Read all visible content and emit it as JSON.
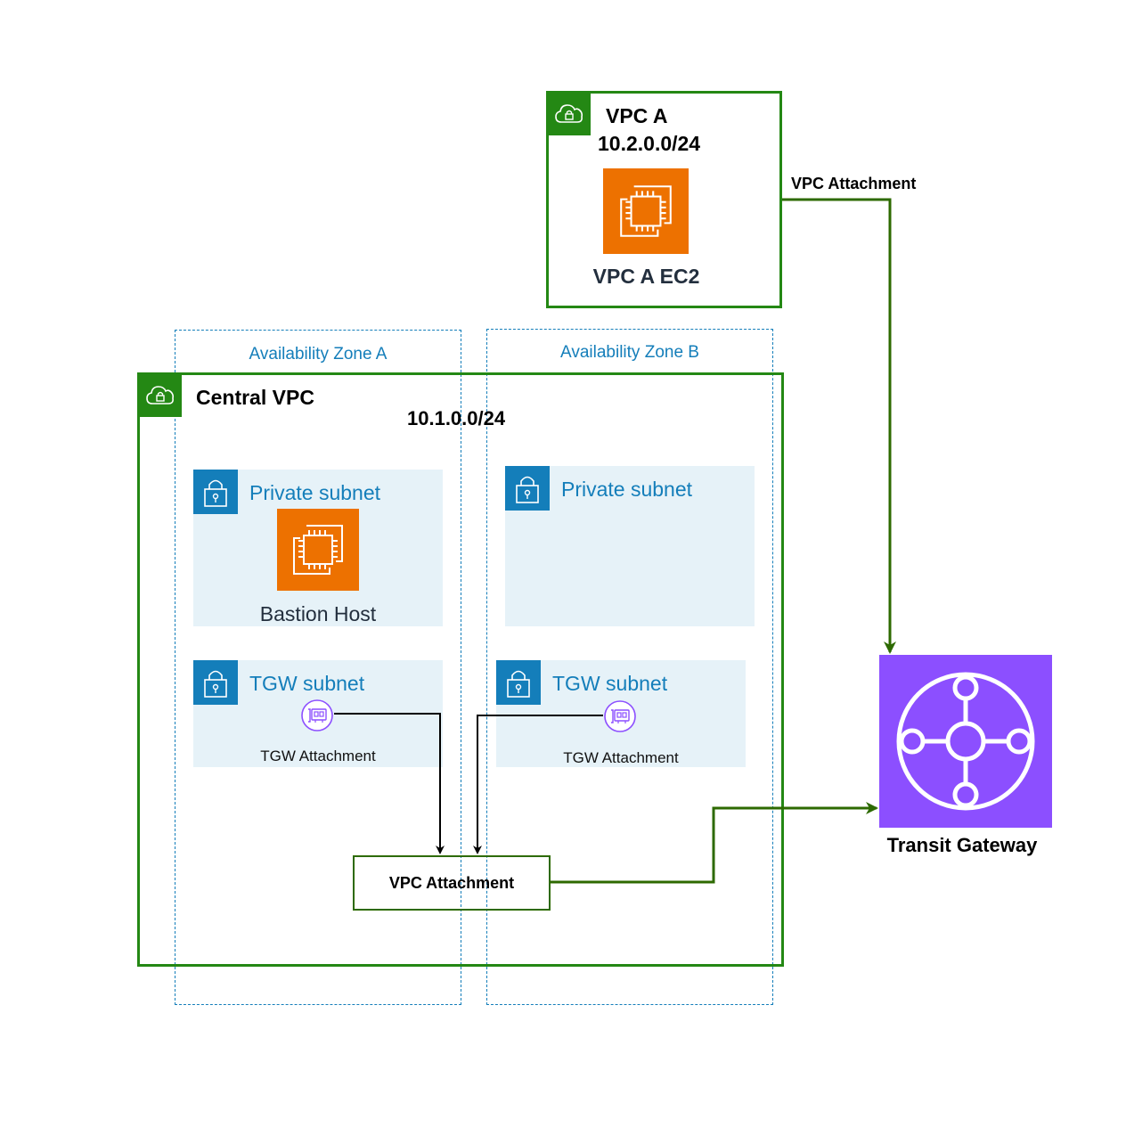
{
  "vpc_a": {
    "title": "VPC A",
    "cidr": "10.2.0.0/24",
    "ec2_label": "VPC A EC2",
    "attachment_label": "VPC Attachment"
  },
  "central_vpc": {
    "title": "Central VPC",
    "cidr": "10.1.0.0/24",
    "availability_zones": [
      {
        "label": "Availability Zone A"
      },
      {
        "label": "Availability Zone B"
      }
    ],
    "private_subnets": [
      {
        "label": "Private subnet",
        "instance_label": "Bastion Host"
      },
      {
        "label": "Private subnet"
      }
    ],
    "tgw_subnets": [
      {
        "label": "TGW subnet",
        "attachment_label": "TGW Attachment"
      },
      {
        "label": "TGW subnet",
        "attachment_label": "TGW Attachment"
      }
    ],
    "vpc_attachment_label": "VPC Attachment"
  },
  "transit_gateway": {
    "label": "Transit Gateway"
  },
  "colors": {
    "vpc_green": "#248814",
    "arrow_green": "#2d6a00",
    "az_blue": "#147eba",
    "ec2_orange": "#ed7100",
    "tgw_purple": "#8c4fff",
    "subnet_bg": "#e6f2f8"
  }
}
